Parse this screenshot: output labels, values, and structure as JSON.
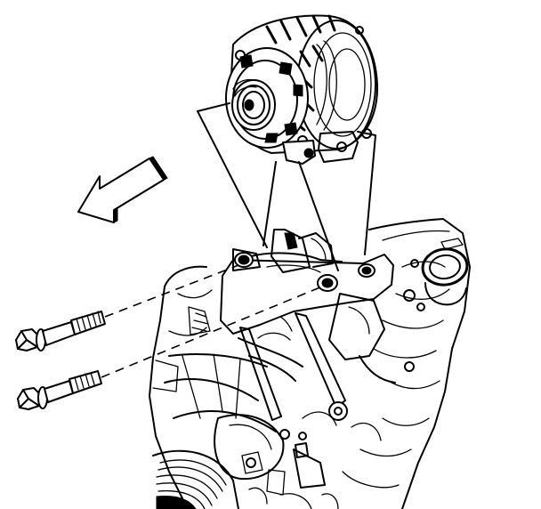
{
  "diagram": {
    "arrow": {
      "direction": "left-down"
    },
    "parts": [
      {
        "name": "generator"
      },
      {
        "name": "generator-bracket"
      },
      {
        "name": "bracket-bolt-upper"
      },
      {
        "name": "bracket-bolt-lower"
      },
      {
        "name": "engine-block"
      }
    ],
    "colors": {
      "line": "#000000",
      "background": "#ffffff"
    }
  }
}
